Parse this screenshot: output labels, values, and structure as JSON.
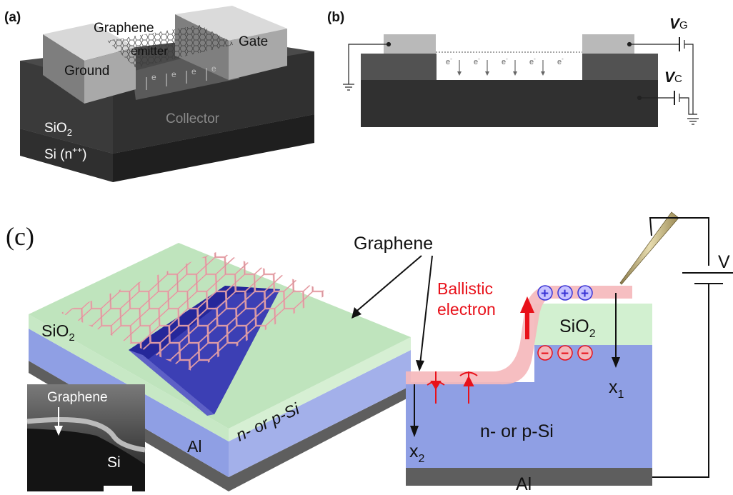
{
  "panel_a": {
    "tag": "(a)",
    "graphene_emitter": [
      "Graphene",
      "emitter"
    ],
    "ground": "Ground",
    "gate": "Gate",
    "sio2": "SiO",
    "sio2_sub": "2",
    "collector": "Collector",
    "si": "Si (n",
    "si_sup": "++",
    "si_close": ")",
    "electron": "e"
  },
  "panel_b": {
    "tag": "(b)",
    "electron": "e",
    "electron_sup": "-",
    "vg": "V",
    "vg_sub": "G",
    "vc": "V",
    "vc_sub": "C"
  },
  "panel_c": {
    "tag": "(c)",
    "graphene": "Graphene",
    "sio2": "SiO",
    "sio2_sub": "2",
    "al": "Al",
    "si_type": "n- or p-Si",
    "inset_graphene": "Graphene",
    "inset_si": "Si",
    "ballistic": [
      "Ballistic",
      "electron"
    ],
    "pos_charge": "+",
    "neg_charge": "−",
    "right_sio2": "SiO",
    "right_sio2_sub": "2",
    "right_si_type": "n- or p-Si",
    "right_al": "Al",
    "x1": "x",
    "x1_sub": "1",
    "x2": "x",
    "x2_sub": "2",
    "v": "V"
  },
  "colors": {
    "sio2_green": "#bfe4bd",
    "si_blue": "#8f9fe4",
    "al_gray": "#5e5e5e",
    "graphene_pink": "#f3a6ad",
    "red": "#e8111a",
    "charge_blue": "#3a35d6"
  }
}
